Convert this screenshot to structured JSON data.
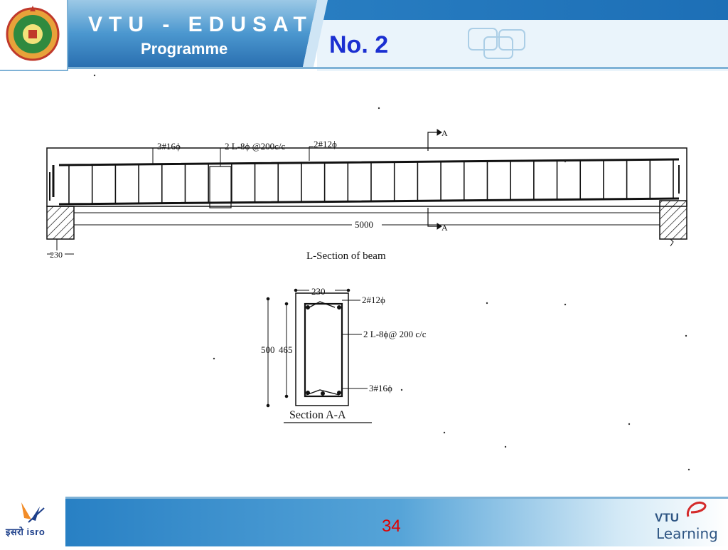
{
  "header": {
    "brand_title": "VTU - EDUSAT",
    "brand_subtitle": "Programme",
    "slide_label": "No. 2"
  },
  "drawing": {
    "label_bottom_bars": "3#16ϕ",
    "label_stirrups": "2 L-8ϕ @200c/c",
    "label_top_bars": "2#12ϕ",
    "label_section_mark_top": "A",
    "label_section_mark_bottom": "A",
    "label_span": "5000",
    "label_support_width": "230",
    "l_section_caption": "L-Section of beam",
    "cs_width": "230",
    "cs_top_bars": "2#12ϕ",
    "cs_stirrups": "2 L-8ϕ@ 200 c/c",
    "cs_overall_depth": "500",
    "cs_effective_depth": "465",
    "cs_bottom_bars": "3#16ϕ",
    "section_caption": "Section A-A"
  },
  "footer": {
    "isro_label": "इसरो isro",
    "page_number": "34",
    "vtu_label": "VTU",
    "learning_label": "Learning"
  },
  "colors": {
    "header_blue": "#1f7fc4",
    "header_light": "#d9ecf8",
    "slide_label": "#1a2fd1",
    "page_number": "#e00000"
  }
}
